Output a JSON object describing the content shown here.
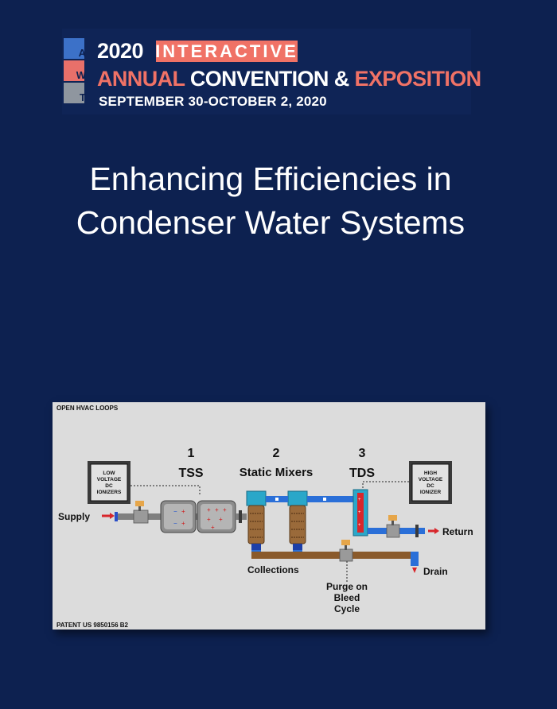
{
  "banner": {
    "logo_letters": [
      "A",
      "W",
      "T"
    ],
    "year": "2020",
    "badge": "INTERACTIVE",
    "line1_part1": "ANNUAL",
    "line1_part2": "CONVENTION &",
    "line1_part3": "EXPOSITION",
    "dates": "SEPTEMBER 30-OCTOBER 2, 2020"
  },
  "title": {
    "line1": "Enhancing Efficiencies in",
    "line2": "Condenser Water Systems"
  },
  "diagram": {
    "header": "OPEN HVAC LOOPS",
    "footer": "PATENT US 9850156 B2",
    "stages": [
      {
        "number": "1",
        "label": "TSS"
      },
      {
        "number": "2",
        "label": "Static Mixers"
      },
      {
        "number": "3",
        "label": "TDS"
      }
    ],
    "low_box": [
      "LOW",
      "VOLTAGE",
      "DC",
      "IONIZERS"
    ],
    "high_box": [
      "HIGH",
      "VOLTAGE",
      "DC",
      "IONIZER"
    ],
    "supply": "Supply",
    "return": "Return",
    "collections": "Collections",
    "drain": "Drain",
    "purge": [
      "Purge on",
      "Bleed",
      "Cycle"
    ],
    "colors": {
      "background": "#0d2150",
      "accent": "#f07266",
      "pipe_blue": "#2a6fd8",
      "pipe_brown": "#8a5a2b"
    }
  }
}
